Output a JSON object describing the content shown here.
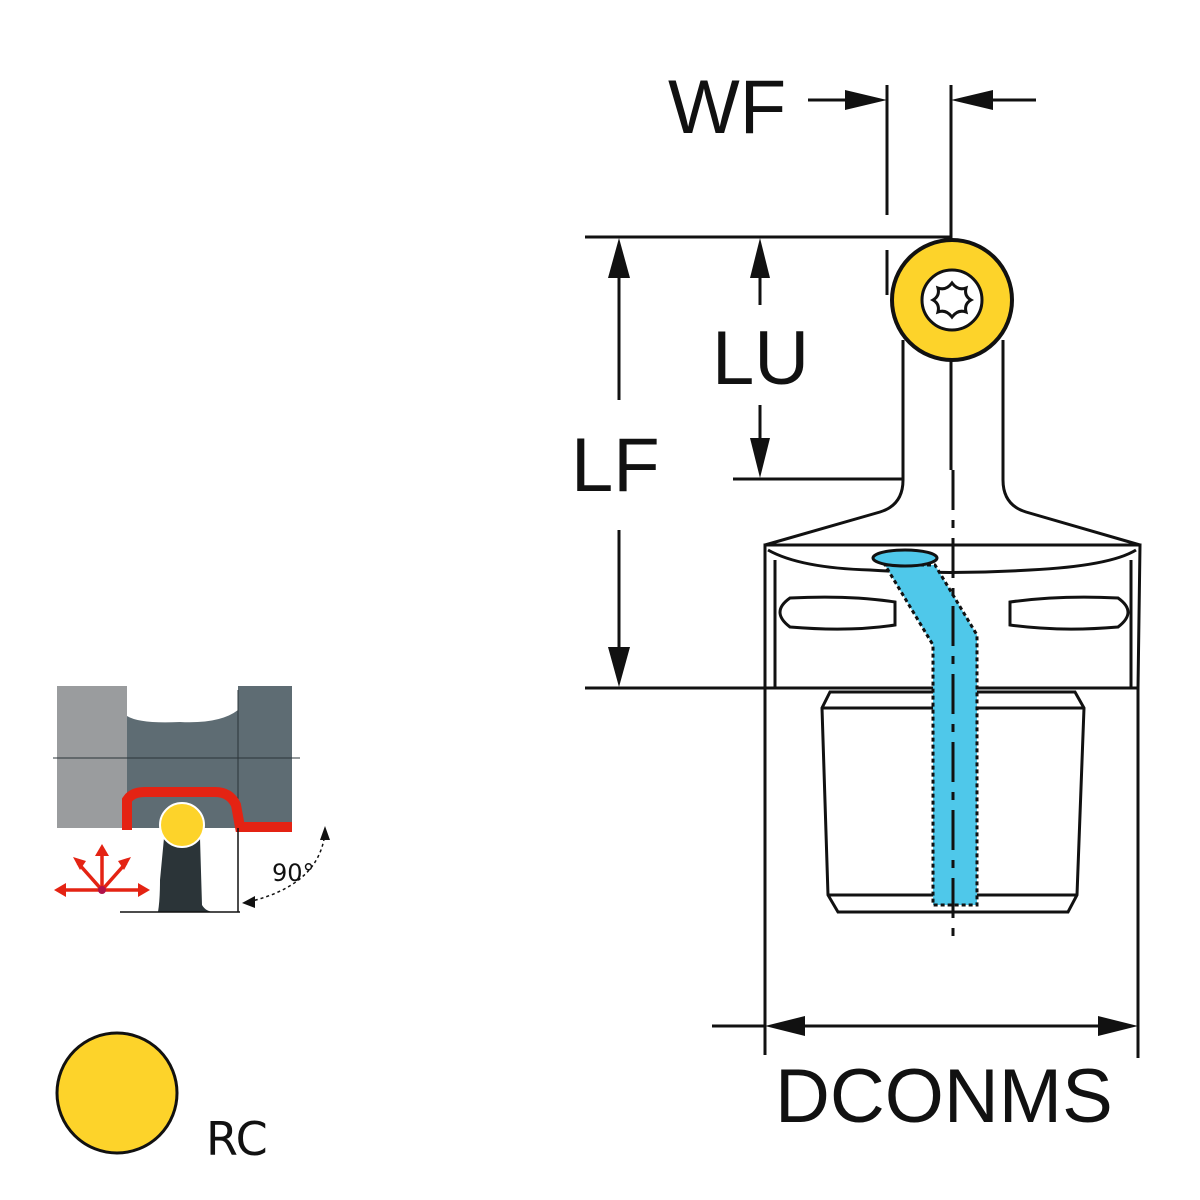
{
  "labels": {
    "wf": "WF",
    "lu": "LU",
    "lf": "LF",
    "dconms": "DCONMS",
    "angle": "90°",
    "insert_shape": "RC"
  },
  "colors": {
    "insert": "#FDD32A",
    "coolant": "#4FC8EA",
    "chip_direction": "#E42313",
    "workpiece_light": "#9A9C9E",
    "workpiece_dark": "#5E6C73",
    "tool_shank": "#2B3438",
    "outline": "#111111"
  }
}
